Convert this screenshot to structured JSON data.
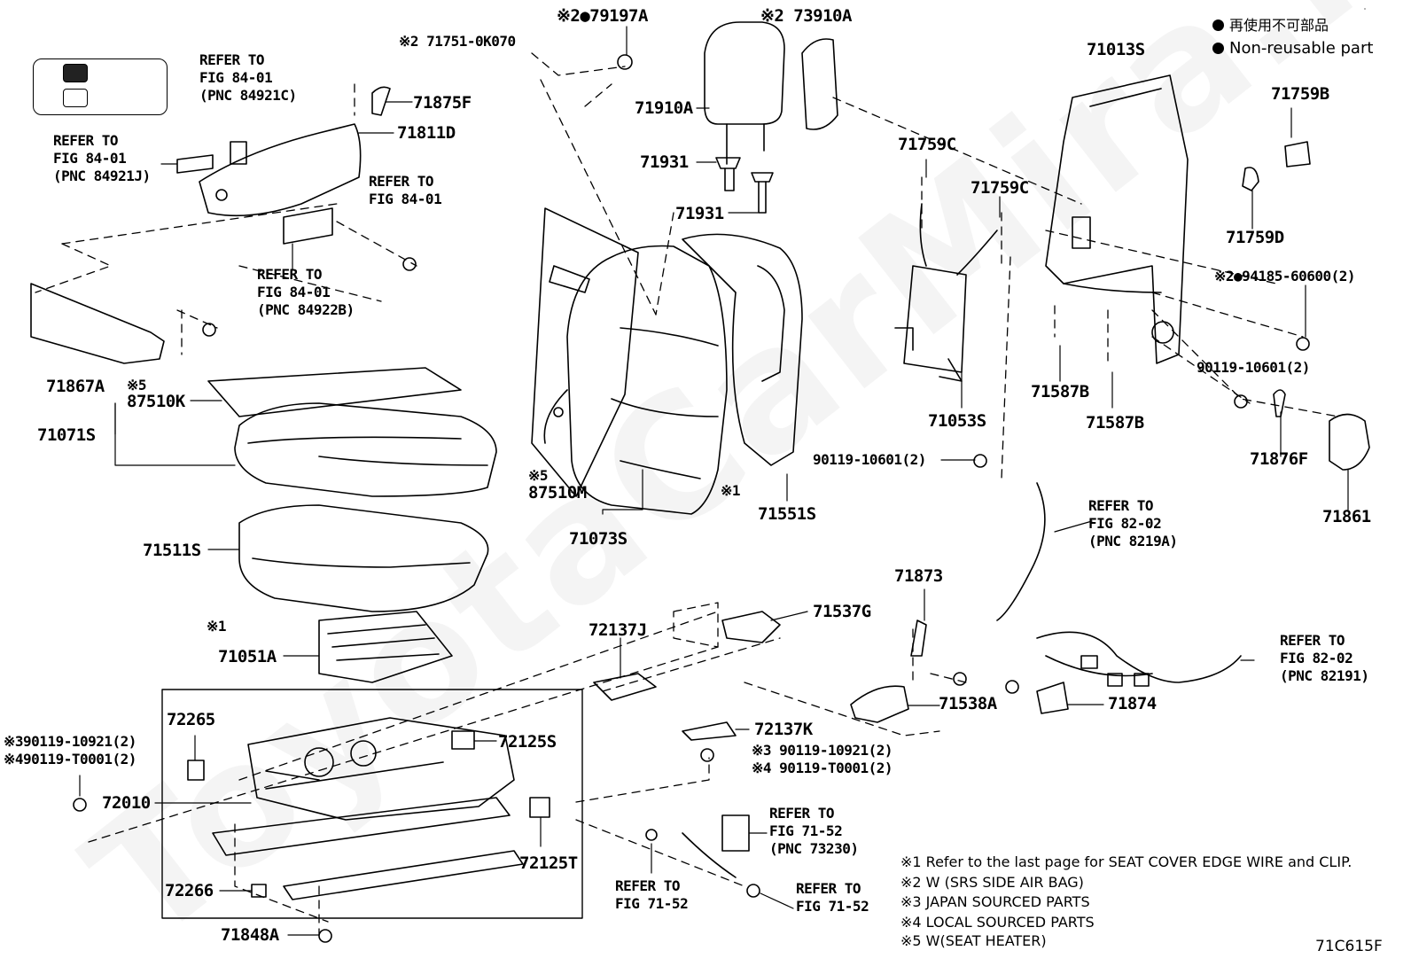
{
  "watermark": "ToyotaCarMira.ru",
  "legend_text": {
    "jp": "再使用不可部品",
    "en": "Non-reusable part"
  },
  "labels": {
    "p79197A": "※2●79197A",
    "p73910A": "※2 73910A",
    "p71751": "※2 71751-0K070",
    "p71013S": "71013S",
    "p71875F": "71875F",
    "p71811D": "71811D",
    "p71910A": "71910A",
    "p71931a": "71931",
    "p71931b": "71931",
    "p71759C1": "71759C",
    "p71759C2": "71759C",
    "p71759B": "71759B",
    "p71759D": "71759D",
    "p94185": "※2●94185-60600(2)",
    "p71867A": "71867A",
    "p87510Kmark": "※5",
    "p87510K": "87510K",
    "p71071S": "71071S",
    "p71511S": "71511S",
    "p71051A": "71051A",
    "p87510Mmark": "※5",
    "p87510M": "87510M",
    "p71073S": "71073S",
    "p71551S": "71551S",
    "p71053S": "71053S",
    "p71587B1": "71587B",
    "p71587B2": "71587B",
    "p90119_1": "90119-10601(2)",
    "p90119_2": "90119-10601(2)",
    "p71876F": "71876F",
    "p71861": "71861",
    "p71873": "71873",
    "p71537G": "71537G",
    "p72137J": "72137J",
    "p71538A": "71538A",
    "p71874": "71874",
    "p72137K": "72137K",
    "p90119_3": "※3 90119-10921(2)",
    "p90119_4": "※4 90119-T0001(2)",
    "p72265": "72265",
    "p72125S": "72125S",
    "p72010": "72010",
    "p72125T": "72125T",
    "p72266": "72266",
    "p71848A": "71848A",
    "p_left3": "※390119-10921(2)",
    "p_left4": "※490119-T0001(2)",
    "mark1a": "※1",
    "mark1b": "※1",
    "code": "71C615F"
  },
  "refers": {
    "r1": [
      "REFER TO",
      "FIG 84-01",
      "(PNC 84921C)"
    ],
    "r2": [
      "REFER TO",
      "FIG 84-01",
      "(PNC 84921J)"
    ],
    "r3": [
      "REFER TO",
      "FIG 84-01"
    ],
    "r4": [
      "REFER TO",
      "FIG 84-01",
      "(PNC 84922B)"
    ],
    "r5": [
      "REFER TO",
      "FIG 82-02",
      "(PNC 8219A)"
    ],
    "r6": [
      "REFER TO",
      "FIG 82-02",
      "(PNC 82191)"
    ],
    "r7": [
      "REFER TO",
      "FIG 71-52",
      "(PNC 73230)"
    ],
    "r8": [
      "REFER TO",
      "FIG 71-52"
    ],
    "r9": [
      "REFER TO",
      "FIG 71-52"
    ]
  },
  "notes": [
    "※1  Refer to the last page for SEAT COVER EDGE WIRE and CLIP.",
    "※2  W (SRS SIDE AIR BAG)",
    "※3  JAPAN SOURCED PARTS",
    "※4  LOCAL SOURCED PARTS",
    "※5  W(SEAT HEATER)"
  ],
  "colors": {
    "ink": "#000000",
    "paper": "#ffffff"
  }
}
